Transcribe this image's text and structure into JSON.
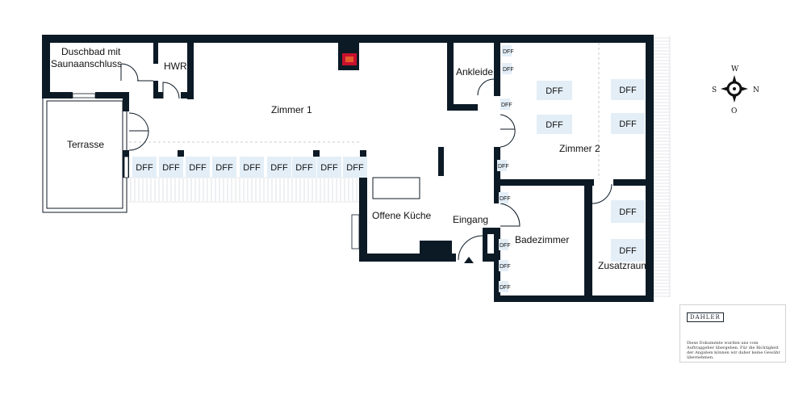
{
  "rooms": {
    "duschbad_line1": "Duschbad mit",
    "duschbad_line2": "Saunaanschluss",
    "hwr": "HWR",
    "zimmer1": "Zimmer 1",
    "terrasse": "Terrasse",
    "ankleide": "Ankleide",
    "zimmer2": "Zimmer 2",
    "offene_kueche": "Offene Küche",
    "eingang": "Eingang",
    "badezimmer": "Badezimmer",
    "zusatzraum": "Zusatzraum"
  },
  "dff_label": "DFF",
  "compass": {
    "north": "N",
    "south": "S",
    "west": "W",
    "east": "O"
  },
  "brand": "DAHLER",
  "disclaimer": "Diese Dokumente wurden uns vom Auftraggeber übergeben. Für die Richtigkeit der Angaben können wir daher keine Gewähr übernehmen.",
  "colors": {
    "wall": "#0c1a26",
    "skylight": "#e3eef7",
    "fireplace": "#c8102e"
  }
}
